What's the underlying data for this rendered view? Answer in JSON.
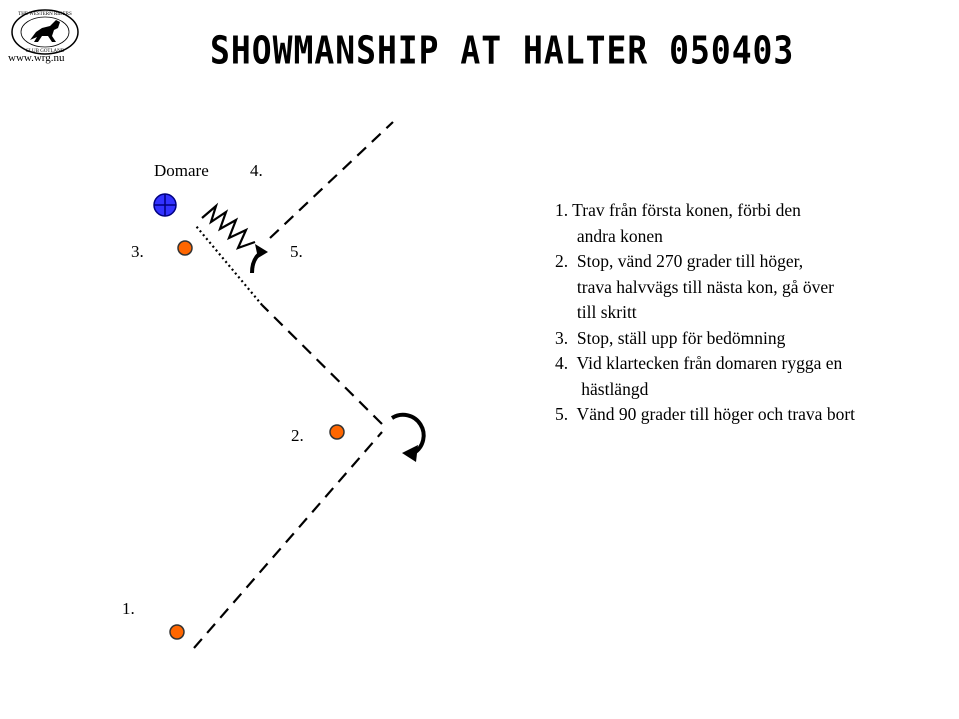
{
  "logo": {
    "url": "www.wrg.nu",
    "ring_top": "THE WESTERN RIDERS",
    "ring_bottom": "CLUB GOTLAND"
  },
  "title": "SHOWMANSHIP AT HALTER 050403",
  "labels": {
    "judge": "Domare",
    "p1": "1.",
    "p2": "2.",
    "p3": "3.",
    "p4": "4.",
    "p5": "5."
  },
  "instructions": [
    "1. Trav från första konen, förbi den",
    "     andra konen",
    "2.  Stop, vänd 270 grader till höger,",
    "     trava halvvägs till nästa kon, gå över",
    "     till skritt",
    "3.  Stop, ställ upp för bedömning",
    "4.  Vid klartecken från domaren rygga en",
    "      hästlängd",
    "5.  Vänd 90 grader till höger och trava bort"
  ],
  "colors": {
    "cone_fill": "#ff6600",
    "cone_stroke": "#333333",
    "judge_fill": "#3333ff",
    "judge_stroke": "#000080",
    "line": "#000000"
  }
}
